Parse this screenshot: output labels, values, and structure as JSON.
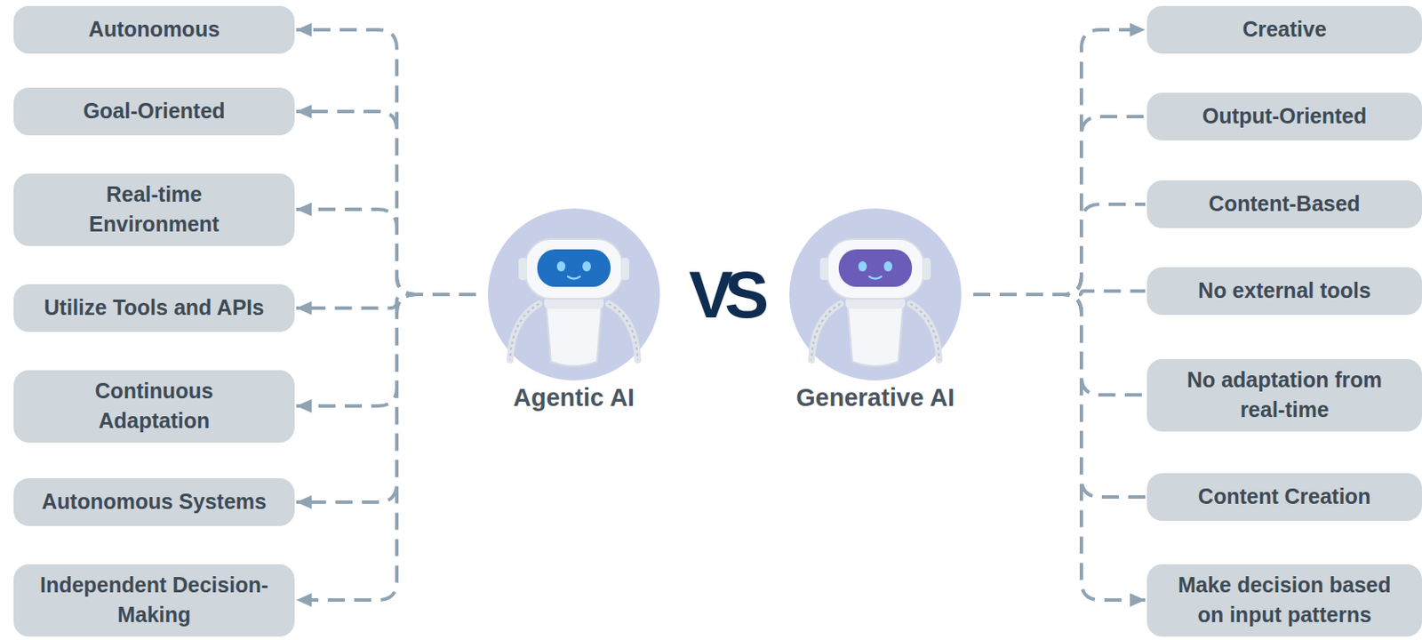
{
  "diagram": {
    "nodes": [
      {
        "text": [
          "Autonomous"
        ]
      },
      {
        "text": [
          "Goal-Oriented"
        ]
      },
      {
        "text": [
          "Real-time Environment"
        ]
      },
      {
        "text": [
          "Utilize Tools and APIs"
        ]
      },
      {
        "text": [
          "Continuous Adaptation"
        ]
      },
      {
        "text": [
          "Autonomous Systems"
        ]
      },
      {
        "text": [
          "Independent Decision-Making"
        ]
      },
      {
        "text": [
          "Agentic AI"
        ]
      },
      {
        "text": [
          "Generative AI"
        ]
      },
      {
        "text": [
          "Creative"
        ]
      },
      {
        "text": [
          "Output-Oriented"
        ]
      },
      {
        "text": [
          "Content-Based"
        ]
      },
      {
        "text": [
          "No external tools"
        ]
      },
      {
        "text": [
          "No adaptation from real-time"
        ]
      },
      {
        "text": [
          "Content Creation"
        ]
      },
      {
        "text": [
          "Make decision based on input patterns"
        ]
      }
    ],
    "edges": [
      {
        "from": 7,
        "to": 0,
        "arrow": "to"
      },
      {
        "from": 7,
        "to": 1,
        "arrow": "to"
      },
      {
        "from": 7,
        "to": 2,
        "arrow": "to"
      },
      {
        "from": 7,
        "to": 3,
        "arrow": "to"
      },
      {
        "from": 7,
        "to": 4,
        "arrow": "to"
      },
      {
        "from": 7,
        "to": 5,
        "arrow": "to"
      },
      {
        "from": 7,
        "to": 6,
        "arrow": "to"
      },
      {
        "from": 8,
        "to": 9,
        "arrow": "to"
      },
      {
        "from": 8,
        "to": 10,
        "arrow": "none"
      },
      {
        "from": 8,
        "to": 11,
        "arrow": "none"
      },
      {
        "from": 8,
        "to": 12,
        "arrow": "none"
      },
      {
        "from": 8,
        "to": 13,
        "arrow": "none"
      },
      {
        "from": 8,
        "to": 14,
        "arrow": "none"
      },
      {
        "from": 8,
        "to": 15,
        "arrow": "to"
      }
    ],
    "labels": [
      "VS"
    ]
  }
}
